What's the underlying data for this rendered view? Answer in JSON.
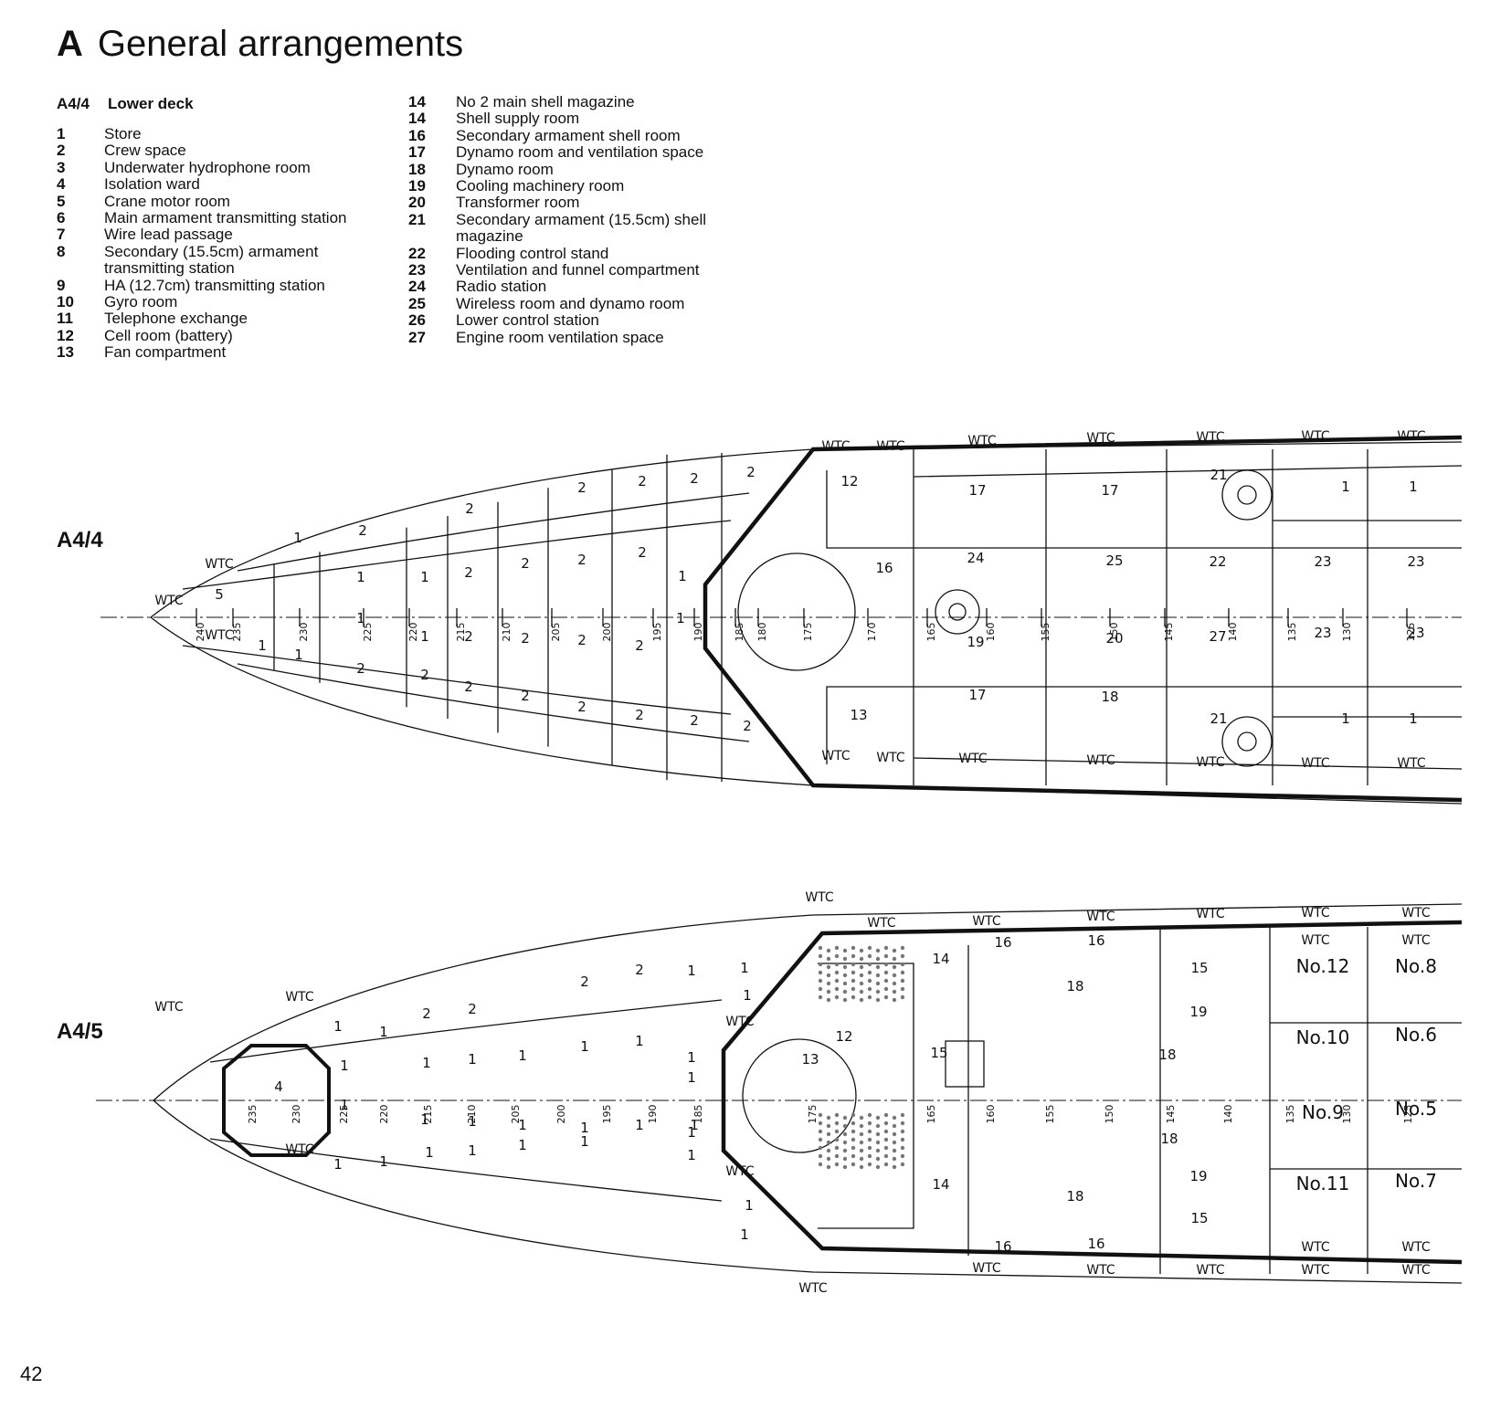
{
  "header": {
    "section_letter": "A",
    "section_title": "General arrangements"
  },
  "legend": {
    "code": "A4/4",
    "title": "Lower deck",
    "items": [
      {
        "num": "1",
        "text": "Store"
      },
      {
        "num": "2",
        "text": "Crew space"
      },
      {
        "num": "3",
        "text": "Underwater hydrophone room"
      },
      {
        "num": "4",
        "text": "Isolation ward"
      },
      {
        "num": "5",
        "text": "Crane motor room"
      },
      {
        "num": "6",
        "text": "Main armament transmitting station"
      },
      {
        "num": "7",
        "text": "Wire lead passage"
      },
      {
        "num": "8",
        "text": "Secondary (15.5cm) armament"
      },
      {
        "num": "",
        "text": "transmitting station"
      },
      {
        "num": "9",
        "text": "HA (12.7cm) transmitting station"
      },
      {
        "num": "10",
        "text": "Gyro room"
      },
      {
        "num": "11",
        "text": "Telephone exchange"
      },
      {
        "num": "12",
        "text": "Cell room (battery)"
      },
      {
        "num": "13",
        "text": "Fan compartment"
      }
    ],
    "items_col2": [
      {
        "num": "14",
        "text": "No 2 main shell magazine"
      },
      {
        "num": "14",
        "text": "Shell supply room"
      },
      {
        "num": "16",
        "text": "Secondary armament shell room"
      },
      {
        "num": "17",
        "text": "Dynamo room and ventilation space"
      },
      {
        "num": "18",
        "text": "Dynamo room"
      },
      {
        "num": "19",
        "text": "Cooling machinery room"
      },
      {
        "num": "20",
        "text": "Transformer room"
      },
      {
        "num": "21",
        "text": "Secondary armament (15.5cm) shell"
      },
      {
        "num": "",
        "text": "magazine"
      },
      {
        "num": "22",
        "text": "Flooding control stand"
      },
      {
        "num": "23",
        "text": "Ventilation and funnel compartment"
      },
      {
        "num": "24",
        "text": "Radio station"
      },
      {
        "num": "25",
        "text": "Wireless room and dynamo room"
      },
      {
        "num": "26",
        "text": "Lower control station"
      },
      {
        "num": "27",
        "text": "Engine room ventilation space"
      }
    ]
  },
  "plans": {
    "a44": {
      "label": "A4/4"
    },
    "a45": {
      "label": "A4/5"
    },
    "frames_a44": [
      "240",
      "235",
      "230",
      "225",
      "220",
      "215",
      "210",
      "205",
      "200",
      "195",
      "190",
      "185",
      "180",
      "175",
      "170",
      "165",
      "160",
      "155",
      "150",
      "145",
      "140",
      "135",
      "130",
      "125"
    ],
    "frames_a45": [
      "235",
      "230",
      "225",
      "220",
      "215",
      "210",
      "205",
      "200",
      "195",
      "190",
      "185",
      "175",
      "165",
      "160",
      "155",
      "150",
      "145",
      "140",
      "135",
      "130",
      "125"
    ],
    "wtc": "WTC",
    "compartments_a45": [
      "No.12",
      "No.8",
      "No.10",
      "No.6",
      "No.9",
      "No.5",
      "No.11",
      "No.7"
    ]
  },
  "page_number": "42"
}
